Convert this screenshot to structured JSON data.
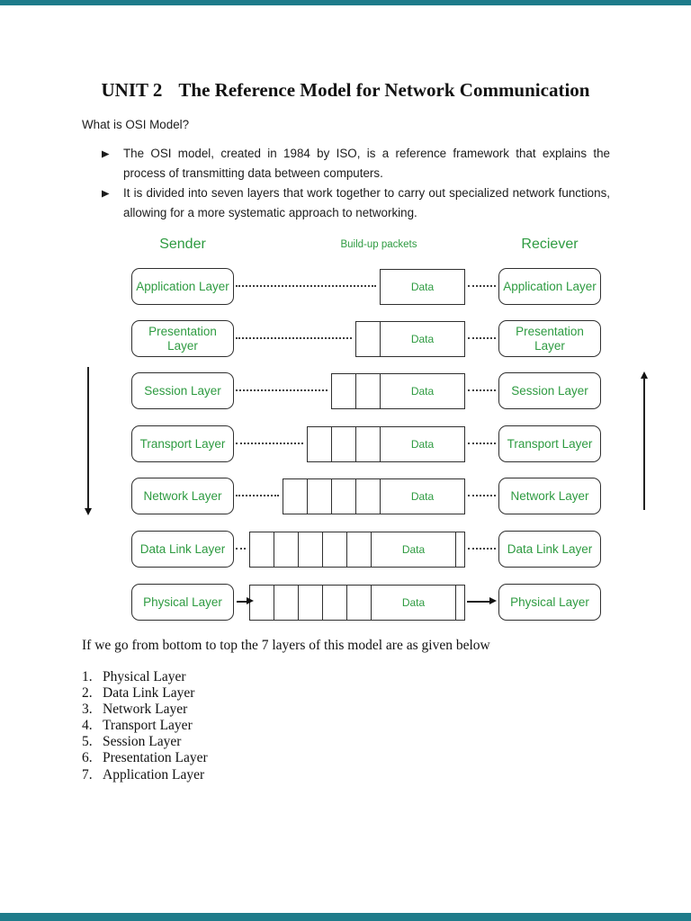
{
  "edge_bars": {
    "color": "#1e7b8a"
  },
  "title": {
    "unit": "UNIT 2",
    "rest": "The Reference Model for Network Communication"
  },
  "intro": {
    "question": "What is OSI Model?",
    "bullets": [
      "The OSI model, created in 1984 by ISO, is a reference framework that explains the process of transmitting data between computers.",
      "It is divided into seven layers that work together to carry out specialized network functions, allowing for a more systematic approach to networking."
    ]
  },
  "diagram": {
    "sender_label": "Sender",
    "packets_label": "Build-up packets",
    "receiver_label": "Reciever",
    "data_label": "Data",
    "accent_green": "#2e9b41",
    "rows": [
      {
        "layer": "Application Layer",
        "header_cells": 0,
        "trailer": false,
        "connector": "dotted"
      },
      {
        "layer": "Presentation Layer",
        "header_cells": 1,
        "trailer": false,
        "connector": "dotted"
      },
      {
        "layer": "Session Layer",
        "header_cells": 2,
        "trailer": false,
        "connector": "dotted"
      },
      {
        "layer": "Transport Layer",
        "header_cells": 3,
        "trailer": false,
        "connector": "dotted"
      },
      {
        "layer": "Network Layer",
        "header_cells": 4,
        "trailer": false,
        "connector": "dotted"
      },
      {
        "layer": "Data Link Layer",
        "header_cells": 5,
        "trailer": true,
        "connector": "dotted"
      },
      {
        "layer": "Physical Layer",
        "header_cells": 5,
        "trailer": true,
        "connector": "arrow"
      }
    ]
  },
  "outro": {
    "lead": "If we go from bottom to top the 7 layers of this model are as given below",
    "items": [
      {
        "num": "1.",
        "label": "Physical Layer"
      },
      {
        "num": "2.",
        "label": "Data Link Layer"
      },
      {
        "num": "3.",
        "label": "Network Layer"
      },
      {
        "num": "4.",
        "label": "Transport Layer"
      },
      {
        "num": "5.",
        "label": "Session Layer"
      },
      {
        "num": "6.",
        "label": "Presentation Layer"
      },
      {
        "num": "7.",
        "label": "Application Layer"
      }
    ]
  }
}
